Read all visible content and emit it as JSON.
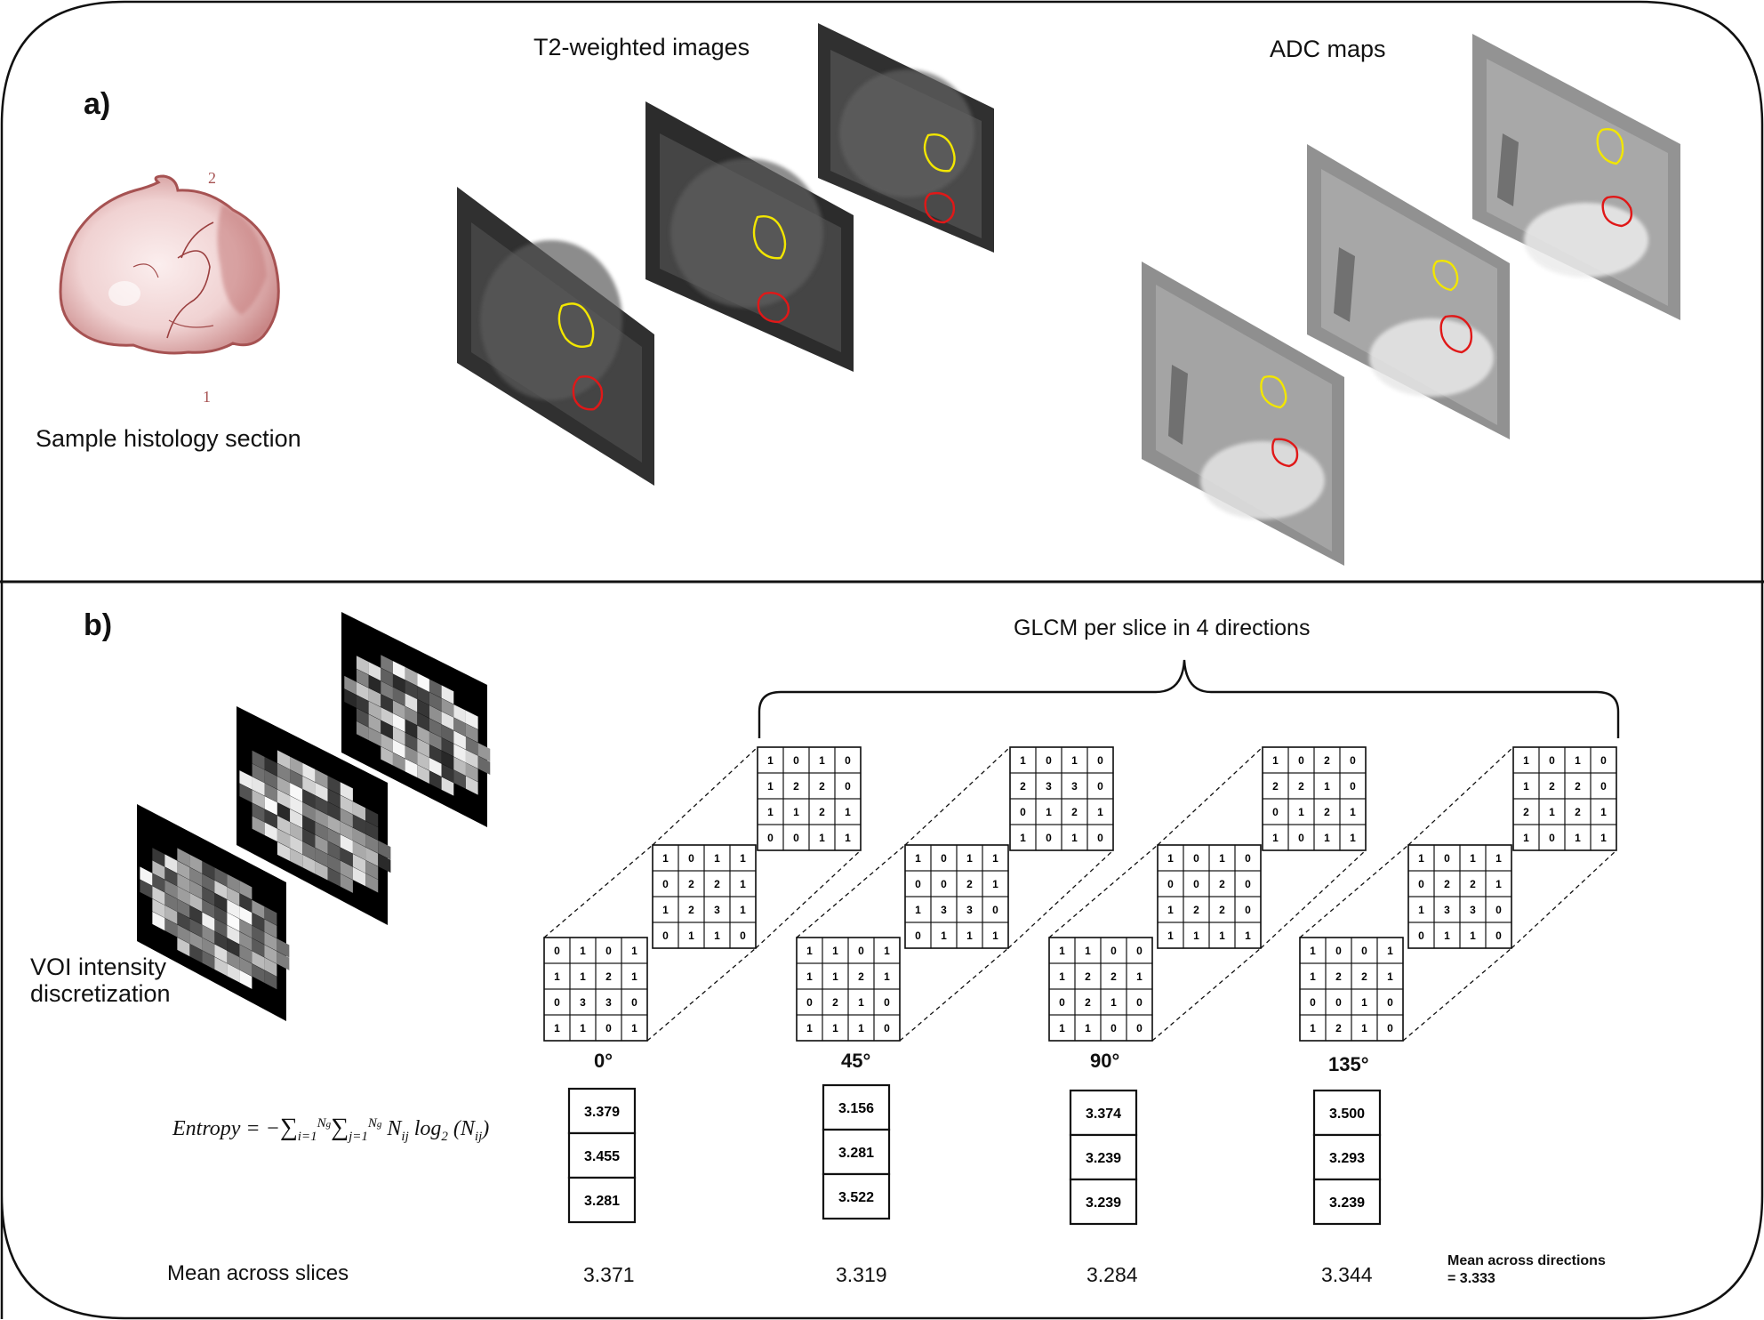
{
  "panel_a": {
    "label": "a)",
    "histology_caption": "Sample histology section",
    "histology_marks": [
      "2",
      "1"
    ],
    "t2_caption": "T2-weighted images",
    "adc_caption": "ADC maps"
  },
  "panel_b": {
    "label": "b)",
    "voi_caption_line1": "VOI intensity",
    "voi_caption_line2": "discretization",
    "glcm_caption": "GLCM per slice in 4 directions",
    "formula": {
      "lhs": "Entropy = −",
      "sum1_up": "N",
      "sum1_up_sub": "g",
      "sum1_dn": "i=1",
      "sum2_up": "N",
      "sum2_up_sub": "g",
      "sum2_dn": "j=1",
      "term": "N",
      "term_sub": "ij",
      "log": "log",
      "log_sub": "2",
      "arg": "(N",
      "arg_sub": "ij",
      "arg_close": ")"
    },
    "directions": [
      {
        "angle": "0°",
        "matrices": [
          [
            [
              "0",
              "1",
              "0",
              "1"
            ],
            [
              "1",
              "1",
              "2",
              "1"
            ],
            [
              "0",
              "3",
              "3",
              "0"
            ],
            [
              "1",
              "1",
              "0",
              "1"
            ]
          ],
          [
            [
              "1",
              "0",
              "1",
              "1"
            ],
            [
              "0",
              "2",
              "2",
              "1"
            ],
            [
              "1",
              "2",
              "3",
              "1"
            ],
            [
              "0",
              "1",
              "1",
              "0"
            ]
          ],
          [
            [
              "1",
              "0",
              "1",
              "0"
            ],
            [
              "1",
              "2",
              "2",
              "0"
            ],
            [
              "1",
              "1",
              "2",
              "1"
            ],
            [
              "0",
              "0",
              "1",
              "1"
            ]
          ]
        ],
        "entropy": [
          "3.379",
          "3.455",
          "3.281"
        ],
        "mean": "3.371"
      },
      {
        "angle": "45°",
        "matrices": [
          [
            [
              "1",
              "1",
              "0",
              "1"
            ],
            [
              "1",
              "1",
              "2",
              "1"
            ],
            [
              "0",
              "2",
              "1",
              "0"
            ],
            [
              "1",
              "1",
              "1",
              "0"
            ]
          ],
          [
            [
              "1",
              "0",
              "1",
              "1"
            ],
            [
              "0",
              "0",
              "2",
              "1"
            ],
            [
              "1",
              "3",
              "3",
              "0"
            ],
            [
              "0",
              "1",
              "1",
              "1"
            ]
          ],
          [
            [
              "1",
              "0",
              "1",
              "0"
            ],
            [
              "2",
              "3",
              "3",
              "0"
            ],
            [
              "0",
              "1",
              "2",
              "1"
            ],
            [
              "1",
              "0",
              "1",
              "0"
            ]
          ]
        ],
        "entropy": [
          "3.156",
          "3.281",
          "3.522"
        ],
        "mean": "3.319"
      },
      {
        "angle": "90°",
        "matrices": [
          [
            [
              "1",
              "1",
              "0",
              "0"
            ],
            [
              "1",
              "2",
              "2",
              "1"
            ],
            [
              "0",
              "2",
              "1",
              "0"
            ],
            [
              "1",
              "1",
              "0",
              "0"
            ]
          ],
          [
            [
              "1",
              "0",
              "1",
              "0"
            ],
            [
              "0",
              "0",
              "2",
              "0"
            ],
            [
              "1",
              "2",
              "2",
              "0"
            ],
            [
              "1",
              "1",
              "1",
              "1"
            ]
          ],
          [
            [
              "1",
              "0",
              "2",
              "0"
            ],
            [
              "2",
              "2",
              "1",
              "0"
            ],
            [
              "0",
              "1",
              "2",
              "1"
            ],
            [
              "1",
              "0",
              "1",
              "1"
            ]
          ]
        ],
        "entropy": [
          "3.374",
          "3.239",
          "3.239"
        ],
        "mean": "3.284"
      },
      {
        "angle": "135°",
        "matrices": [
          [
            [
              "1",
              "0",
              "0",
              "1"
            ],
            [
              "1",
              "2",
              "2",
              "1"
            ],
            [
              "0",
              "0",
              "1",
              "0"
            ],
            [
              "1",
              "2",
              "1",
              "0"
            ]
          ],
          [
            [
              "1",
              "0",
              "1",
              "1"
            ],
            [
              "0",
              "2",
              "2",
              "1"
            ],
            [
              "1",
              "3",
              "3",
              "0"
            ],
            [
              "0",
              "1",
              "1",
              "0"
            ]
          ],
          [
            [
              "1",
              "0",
              "1",
              "0"
            ],
            [
              "1",
              "2",
              "2",
              "0"
            ],
            [
              "2",
              "1",
              "2",
              "1"
            ],
            [
              "1",
              "0",
              "1",
              "1"
            ]
          ]
        ],
        "entropy": [
          "3.500",
          "3.293",
          "3.239"
        ],
        "mean": "3.344"
      }
    ],
    "mean_slices_label": "Mean across slices",
    "mean_directions_label": "Mean  across directions = 3.333"
  },
  "colors": {
    "frame": "#111111",
    "histology": "#b56a6a",
    "contour_yellow": "#f2e600",
    "contour_red": "#e01818"
  }
}
